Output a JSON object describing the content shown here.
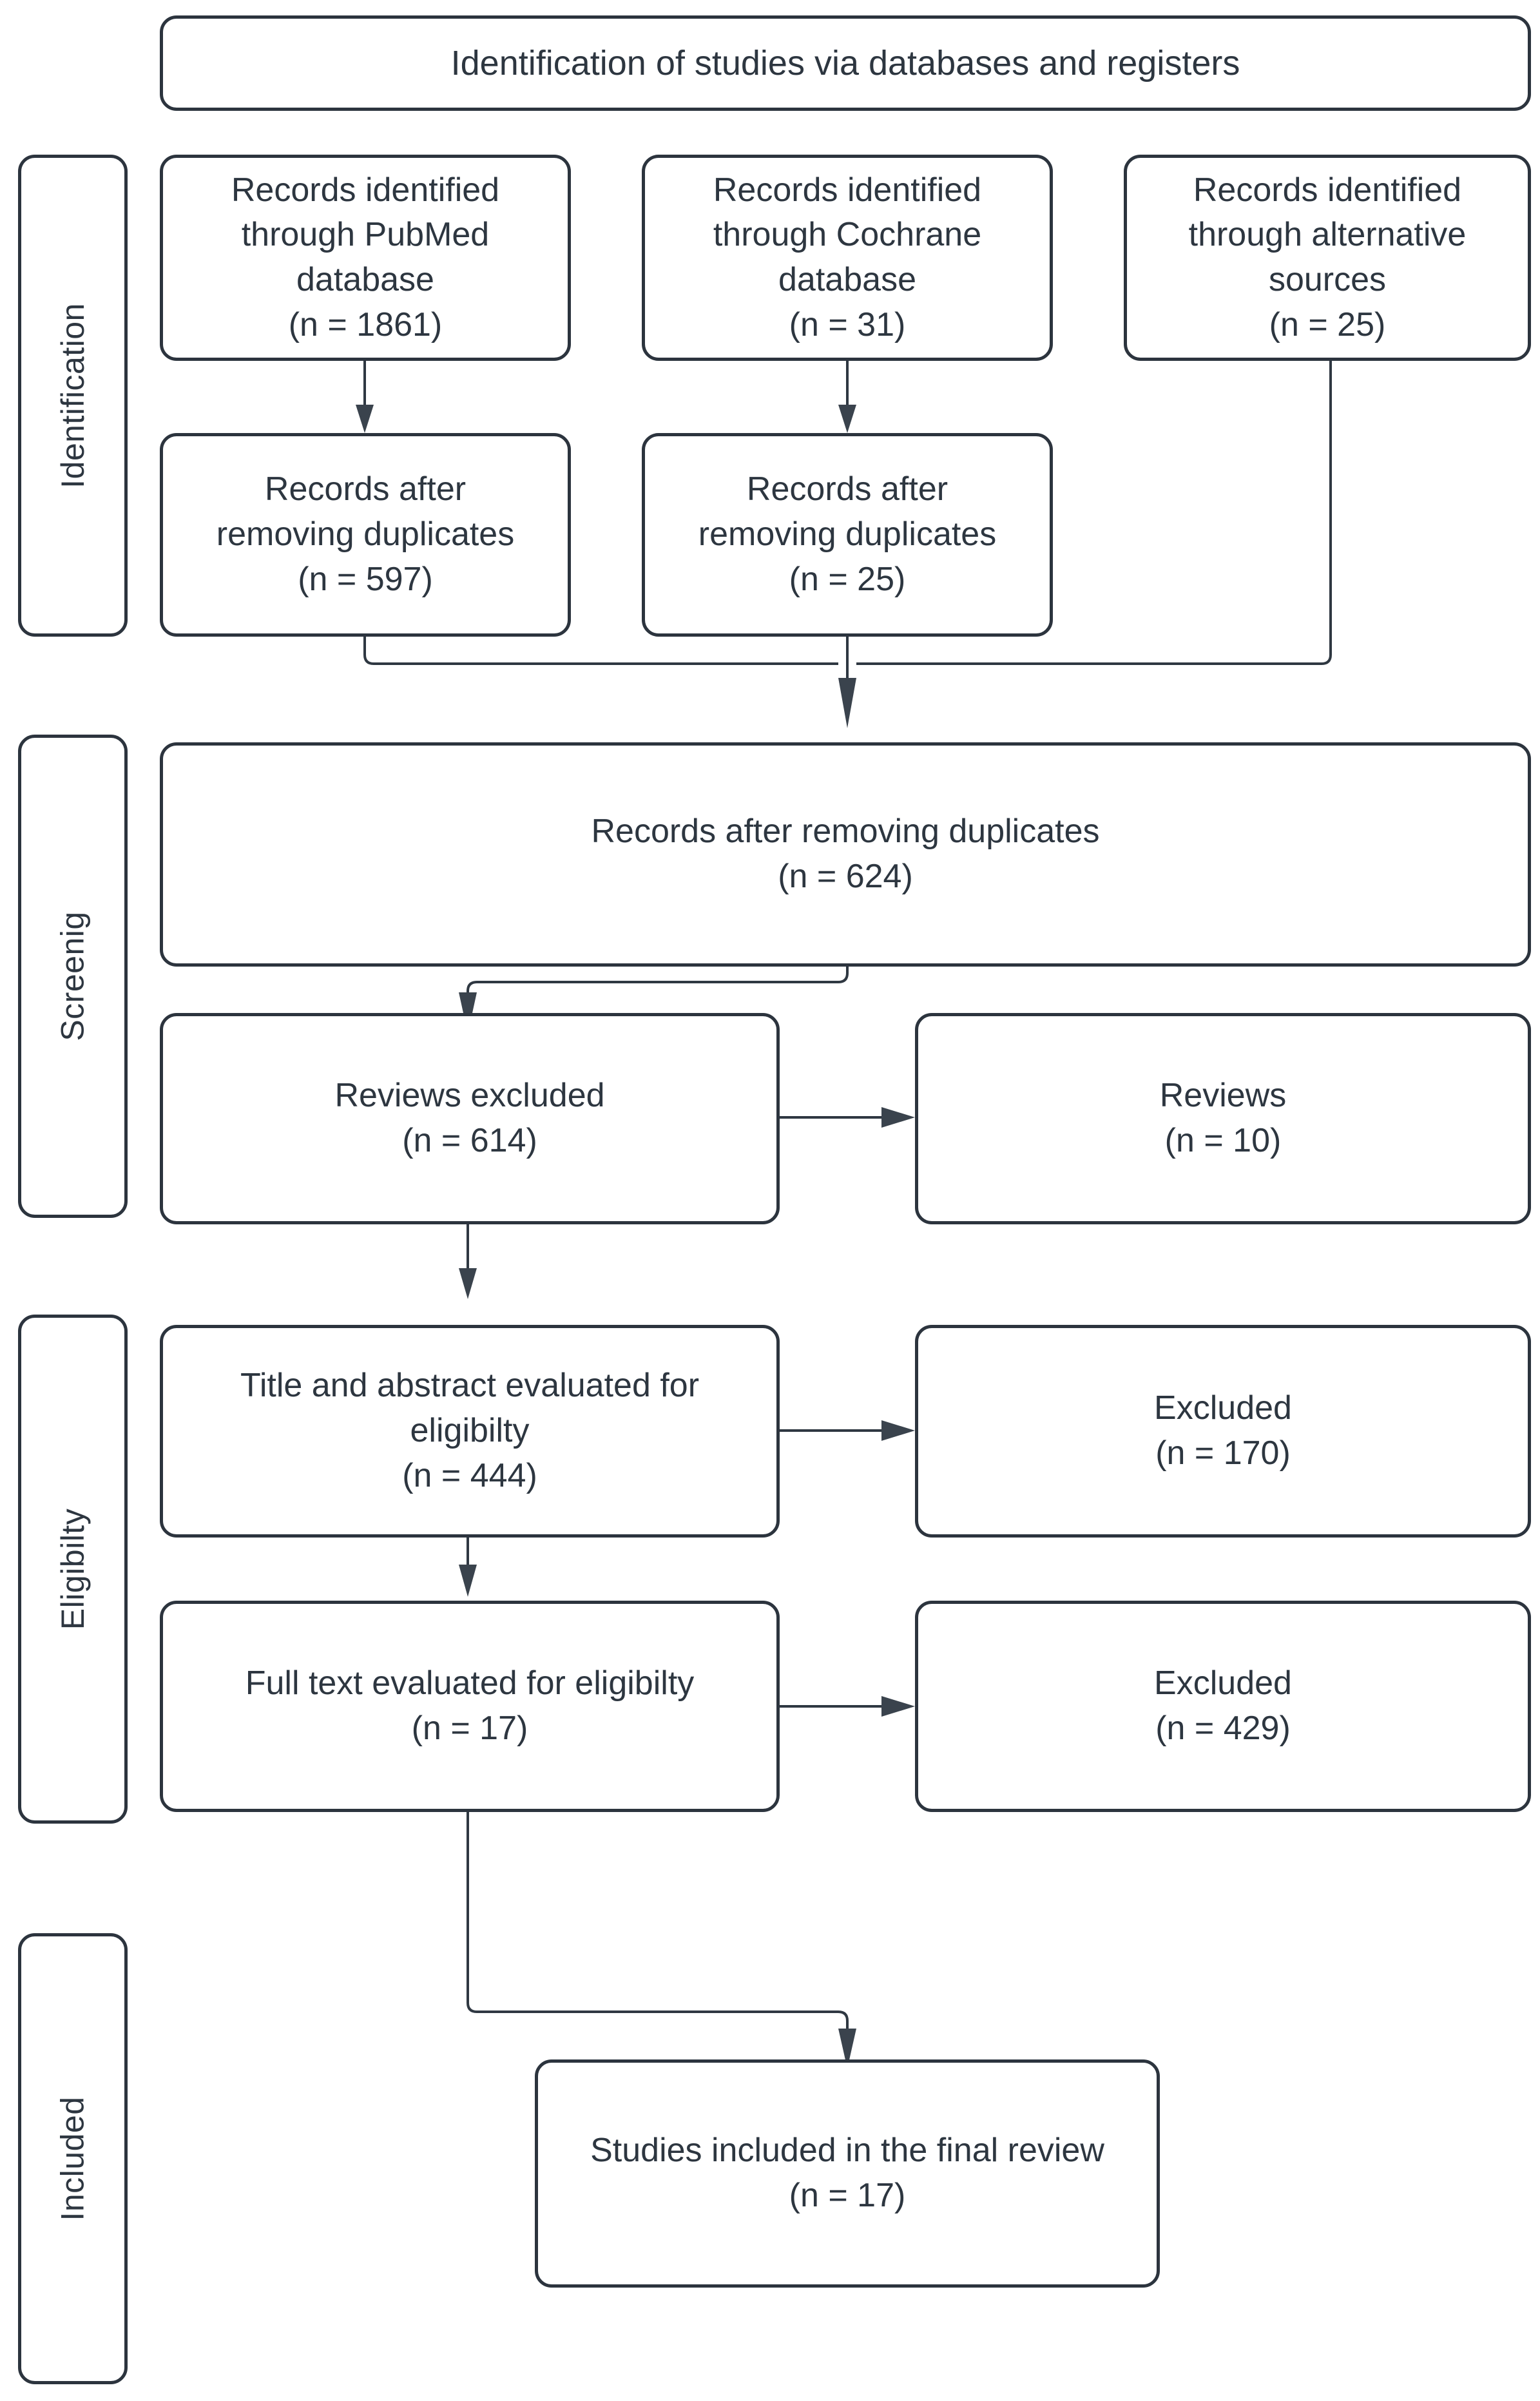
{
  "diagram": {
    "kind": "prisma-flow-diagram",
    "header": {
      "label": "Identification of studies via databases and registers"
    },
    "stages": [
      {
        "id": "identification",
        "label": "Identification"
      },
      {
        "id": "screening",
        "label": "Screenig"
      },
      {
        "id": "eligibility",
        "label": "Eligibilty"
      },
      {
        "id": "included",
        "label": "Included"
      }
    ],
    "nodes": {
      "pubmed": {
        "label": "Records identified\nthrough PubMed\ndatabase\n(n = 1861)",
        "count": 1861
      },
      "cochrane": {
        "label": "Records identified\nthrough Cochrane\ndatabase\n(n = 31)",
        "count": 31
      },
      "alternative": {
        "label": "Records identified\nthrough alternative\nsources\n(n = 25)",
        "count": 25
      },
      "dedup_pubmed": {
        "label": "Records after\nremoving duplicates\n(n = 597)",
        "count": 597
      },
      "dedup_cochrane": {
        "label": "Records after\nremoving duplicates\n(n = 25)",
        "count": 25
      },
      "dedup_all": {
        "label": "Records after removing duplicates\n(n = 624)",
        "count": 624
      },
      "reviews_excluded": {
        "label": "Reviews excluded\n(n = 614)",
        "count": 614
      },
      "reviews": {
        "label": "Reviews\n(n = 10)",
        "count": 10
      },
      "title_abstract": {
        "label": "Title and abstract evaluated for\neligibilty\n(n = 444)",
        "count": 444
      },
      "excluded_ta": {
        "label": "Excluded\n(n = 170)",
        "count": 170
      },
      "full_text": {
        "label": "Full text evaluated for eligibilty\n(n = 17)",
        "count": 17
      },
      "excluded_ft": {
        "label": "Excluded\n(n = 429)",
        "count": 429
      },
      "final": {
        "label": "Studies included in the final review\n(n = 17)",
        "count": 17
      }
    },
    "colors": {
      "stroke": "#2c343e",
      "text": "#2d3640",
      "background": "#ffffff",
      "connector": "#2f3842"
    }
  }
}
